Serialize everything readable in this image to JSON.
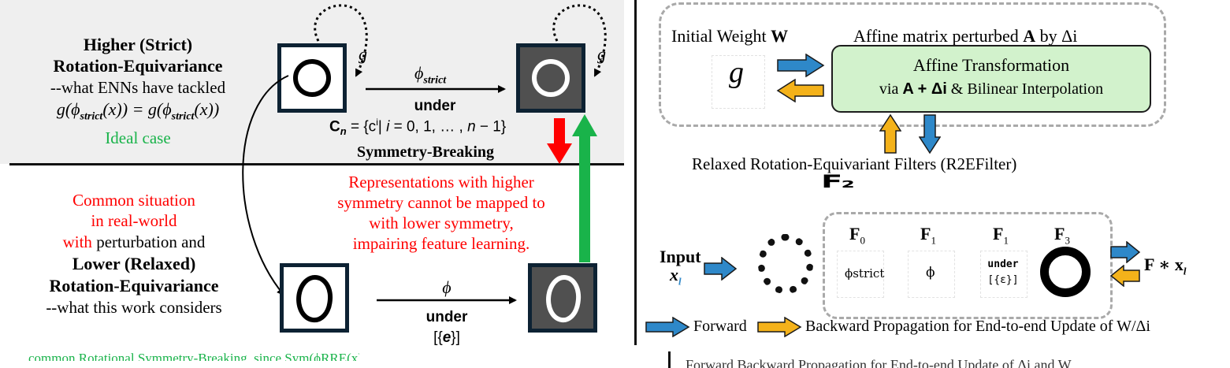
{
  "left_panel": {
    "top_title_1": "Higher (Strict)",
    "top_title_2": "Rotation-Equivariance",
    "top_desc": "--what ENNs have tackled",
    "equation": "g(ϕstrict(x)) = g(ϕstrict(x))",
    "equation_parts": [
      "g(",
      "ϕ",
      "strict",
      "(x)) = g(",
      "ϕ",
      "strict",
      "(x))"
    ],
    "ideal_case": "Ideal case",
    "group_g": "g",
    "phi_strict": "ϕ",
    "phi_strict_sub": "strict",
    "under_top": "under",
    "cn_group": "Cn = {cⁱ | i = 0, 1, …, n − 1}",
    "cn_parts": [
      "C",
      "n",
      " = {c",
      "i",
      "| ",
      "i",
      " = 0, 1, … , ",
      "n",
      " − 1}"
    ],
    "symmetry_breaking": "Symmetry-Breaking",
    "red_note": [
      "Representations with higher",
      "symmetry cannot be mapped to",
      "with lower symmetry,",
      "impairing feature learning."
    ],
    "common_1": "Common situation",
    "common_2": "in real-world",
    "common_3_red": "with",
    "common_3_black": " perturbation and",
    "bottom_title_1": "Lower (Relaxed)",
    "bottom_title_2": "Rotation-Equivariance",
    "bottom_desc": "--what this work considers",
    "phi": "ϕ",
    "under_bottom": "under",
    "identity_group": "[{e}]",
    "identity_parts": [
      "[{",
      "e",
      "}]"
    ],
    "cut_caption": "common Rotational Symmetry-Breaking, since  Sym(ϕRRE(x)) < Sym(x)"
  },
  "right_panel": {
    "initial_weight": "Initial Weight",
    "initial_weight_bold": "W",
    "affine_label_pre": "Affine matrix perturbed",
    "affine_label_A": "A",
    "affine_label_by": "by",
    "delta_i": "Δi",
    "weight_glyph": "g",
    "affine_title": "Affine Transformation",
    "affine_via": "via",
    "affine_formula": "A + Δi",
    "affine_rest": "& Bilinear Interpolation",
    "r2e_label": "Relaxed Rotation-Equivariant Filters  (R2EFilter)",
    "f2_glyph": "F₂",
    "input_label": "Input",
    "input_var": "x",
    "input_sub": "l",
    "filters": [
      {
        "name": "F",
        "sub": "0"
      },
      {
        "name": "F",
        "sub": "1"
      },
      {
        "name": "F",
        "sub": "1"
      },
      {
        "name": "F",
        "sub": "3"
      }
    ],
    "filter_cell_1": "ϕstrict",
    "filter_cell_2": "ϕ",
    "filter_cell_3_a": "under",
    "filter_cell_3_b": "[{ε}]",
    "output_label": "F ∗ x",
    "output_sub": "l",
    "legend_forward": "Forward",
    "legend_backward": "Backward Propagation for End-to-end Update of W/Δi",
    "cut_caption": "Forward    Backward Propagation for End-to-end Update of  Δi and W"
  },
  "colors": {
    "blue_arrow": "#2e88c9",
    "yellow_arrow": "#f4b21a",
    "red_arrow": "#ff0000",
    "green_arrow": "#19b34a",
    "green_box": "#d2f2cc",
    "dashed_border": "#a9a9a9",
    "frame_border": "#0d2233"
  }
}
